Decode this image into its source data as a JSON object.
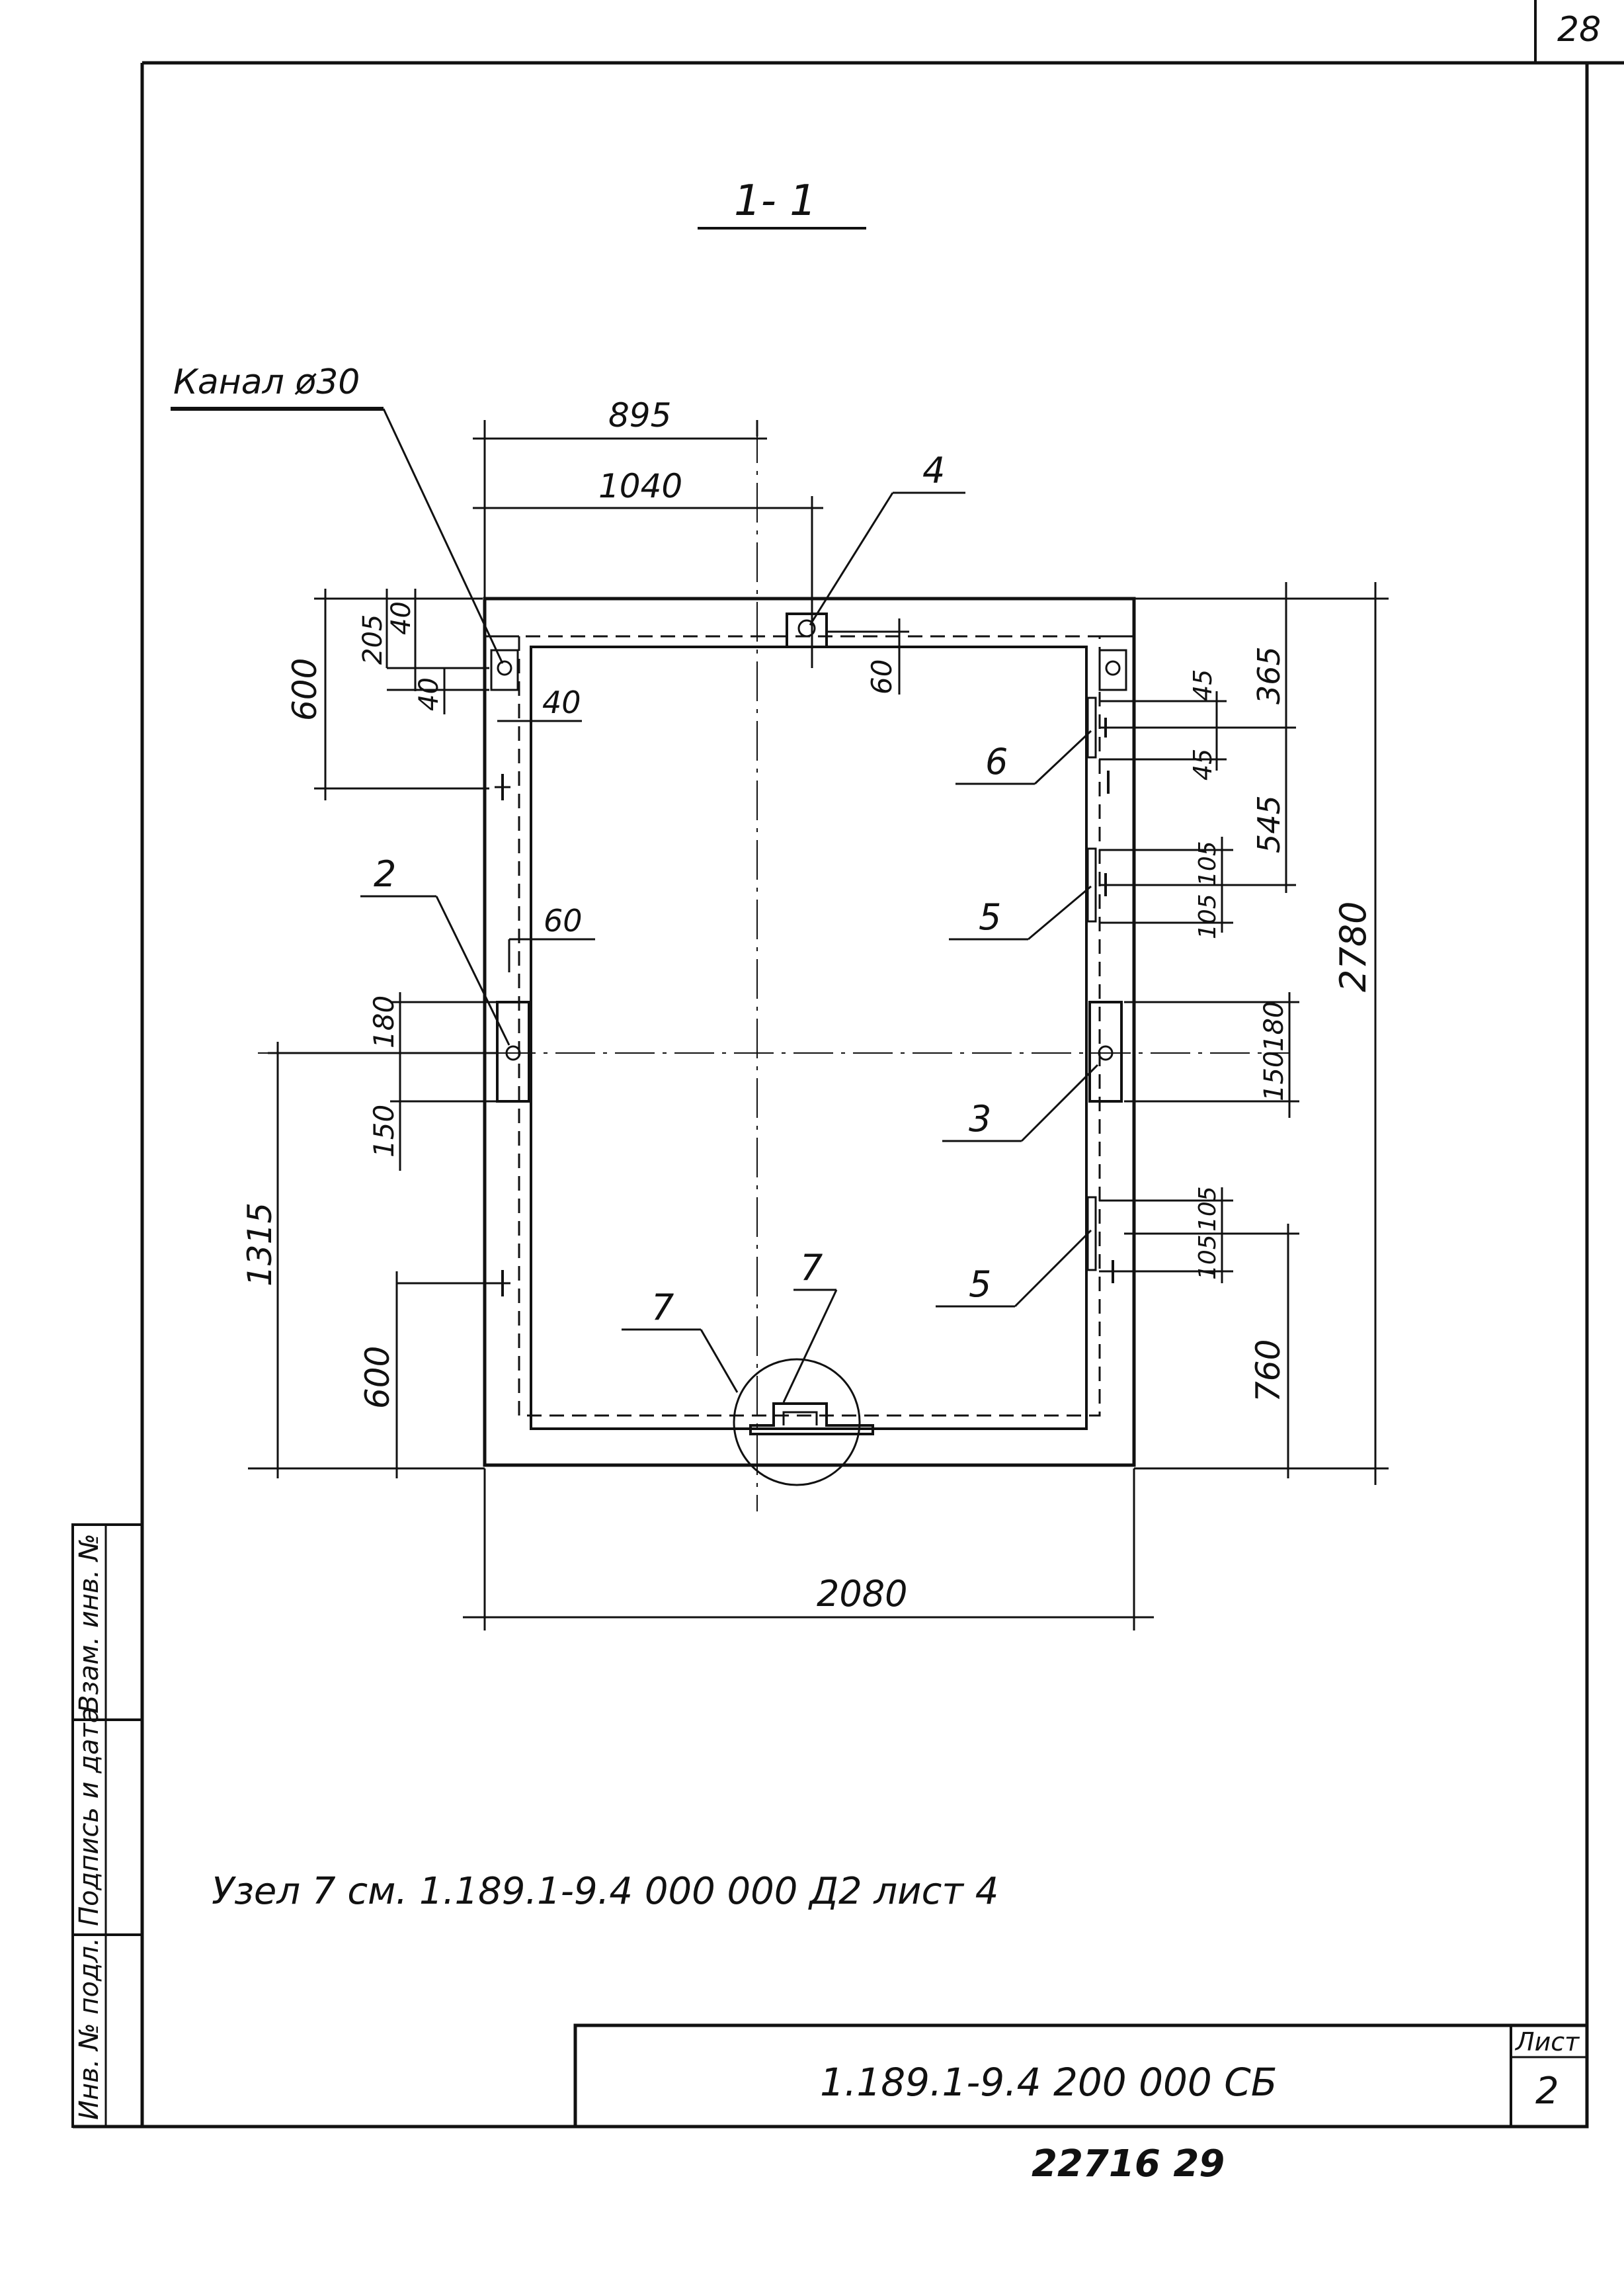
{
  "sheet": {
    "corner_page_number": "28",
    "bottom_stamp": "22716   29",
    "section_title": "1- 1",
    "note_text": "Узел 7  см. 1.189.1-9.4  000 000  Д2  лист 4"
  },
  "title_block": {
    "designation": "1.189.1-9.4  200 000 СБ",
    "sheet_label": "Лист",
    "sheet_number": "2"
  },
  "side_stamp": {
    "inv_podl": "Инв. № подл.",
    "podpis_data": "Подпись и дата",
    "vzam_inv": "Взам. инв. №"
  },
  "callouts": {
    "channel": "Канал ø30",
    "item_2": "2",
    "item_3": "3",
    "item_4": "4",
    "item_5_upper": "5",
    "item_5_lower": "5",
    "item_6": "6",
    "item_7_left": "7",
    "item_7_right": "7"
  },
  "dimensions": {
    "d_895": "895",
    "d_1040": "1040",
    "d_2080": "2080",
    "d_2780": "2780",
    "d_600_top": "600",
    "d_205": "205",
    "d_40_a": "40",
    "d_40_b": "40",
    "d_40_c": "40",
    "d_60_top": "60",
    "d_60_left": "60",
    "d_180_left": "180",
    "d_150_left": "150",
    "d_1315": "1315",
    "d_600_bottom": "600",
    "d_365": "365",
    "d_45_a": "45",
    "d_45_b": "45",
    "d_545": "545",
    "d_105_a": "105",
    "d_105_b": "105",
    "d_150_right": "150",
    "d_180_right": "180",
    "d_105_c": "105",
    "d_105_d": "105",
    "d_760": "760"
  }
}
